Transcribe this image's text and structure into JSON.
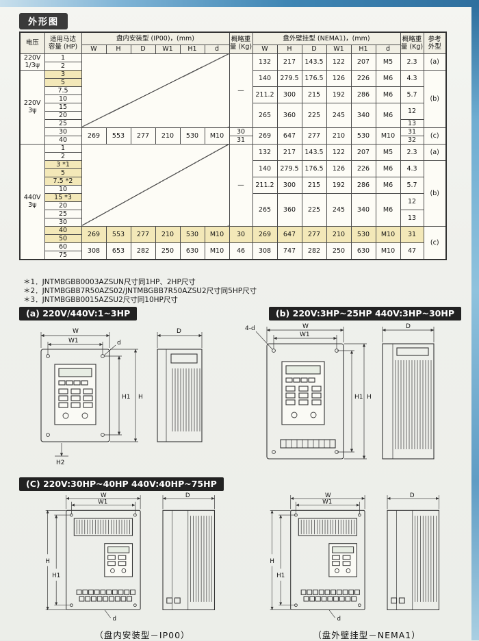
{
  "page": {
    "title": "外形图"
  },
  "table": {
    "header": {
      "voltage": "电压",
      "motor1": "适用马达",
      "motor2": "容量 (HP)",
      "ip00": "盘内安装型 (IP00)，(mm)",
      "nema": "盘外壁挂型 (NEMA1)，(mm)",
      "weight1": "概略重",
      "weight2": "量 (Kg)",
      "ref1": "参考",
      "ref2": "外型",
      "dims": [
        "W",
        "H",
        "D",
        "W1",
        "H1",
        "d"
      ]
    },
    "v220": {
      "volt1a": "220V",
      "volt1b": "1/3ψ",
      "volt2a": "220V",
      "volt2b": "3ψ",
      "hp": [
        "1",
        "2",
        "3",
        "5",
        "7.5",
        "10",
        "15",
        "20",
        "25",
        "30",
        "40"
      ],
      "na": "—",
      "ip00_30_40": [
        "269",
        "553",
        "277",
        "210",
        "530",
        "M10"
      ],
      "iw_30": "30",
      "iw_40": "31",
      "nema_1_2": [
        "132",
        "217",
        "143.5",
        "122",
        "207",
        "M5"
      ],
      "nw_1_2": "2.3",
      "nema_3_5": [
        "140",
        "279.5",
        "176.5",
        "126",
        "226",
        "M6"
      ],
      "nw_3_5": "4.3",
      "nema_7_10": [
        "211.2",
        "300",
        "215",
        "192",
        "286",
        "M6"
      ],
      "nw_7_10": "5.7",
      "nema_15_25": [
        "265",
        "360",
        "225",
        "245",
        "340",
        "M6"
      ],
      "nw_15_20": "12",
      "nw_25": "13",
      "nema_30_40": [
        "269",
        "647",
        "277",
        "210",
        "530",
        "M10"
      ],
      "nw_30": "31",
      "nw_40": "32",
      "ref_a": "(a)",
      "ref_b": "(b)",
      "ref_c": "(c)"
    },
    "v440": {
      "volta": "440V",
      "voltb": "3ψ",
      "hp": [
        "1",
        "2",
        "3 *1",
        "5",
        "7.5 *2",
        "10",
        "15 *3",
        "20",
        "25",
        "30",
        "40",
        "50",
        "60",
        "75"
      ],
      "na": "—",
      "ip00_40_50": [
        "269",
        "553",
        "277",
        "210",
        "530",
        "M10"
      ],
      "iw_40_50": "30",
      "ip00_60_75": [
        "308",
        "653",
        "282",
        "250",
        "630",
        "M10"
      ],
      "iw_60_75": "46",
      "nema_1_2": [
        "132",
        "217",
        "143.5",
        "122",
        "207",
        "M5"
      ],
      "nw_1_2": "2.3",
      "nema_3_5": [
        "140",
        "279.5",
        "176.5",
        "126",
        "226",
        "M6"
      ],
      "nw_3_5": "4.3",
      "nema_7_10": [
        "211.2",
        "300",
        "215",
        "192",
        "286",
        "M6"
      ],
      "nw_7_10": "5.7",
      "nema_15_30": [
        "265",
        "360",
        "225",
        "245",
        "340",
        "M6"
      ],
      "nw_15_20": "12",
      "nw_25_30": "13",
      "nema_40_50": [
        "269",
        "647",
        "277",
        "210",
        "530",
        "M10"
      ],
      "nw_40_50": "31",
      "nema_60_75": [
        "308",
        "747",
        "282",
        "250",
        "630",
        "M10"
      ],
      "nw_60_75": "47",
      "ref_a": "(a)",
      "ref_b": "(b)",
      "ref_c": "(c)"
    }
  },
  "footnotes": [
    "＊1．JNTMBGBB0003AZSUN尺寸同1HP、2HP尺寸",
    "＊2．JNTMBGBB7R50AZS02/JNTMBGBB7R50AZSU2尺寸同5HP尺寸",
    "＊3．JNTMBGBB0015AZSU2尺寸同10HP尺寸"
  ],
  "sections": {
    "a": "(a) 220V/440V:1~3HP",
    "b": "(b) 220V:3HP~25HP  440V:3HP~30HP",
    "c": "(C) 220V:30HP~40HP   440V:40HP~75HP"
  },
  "captions": {
    "ip00": "（盘内安装型－IP00）",
    "nema": "（盘外壁挂型－NEMA1）"
  },
  "dims": {
    "W": "W",
    "W1": "W1",
    "H": "H",
    "H1": "H1",
    "H2": "H2",
    "D": "D",
    "d": "d",
    "fourD": "4-d"
  }
}
